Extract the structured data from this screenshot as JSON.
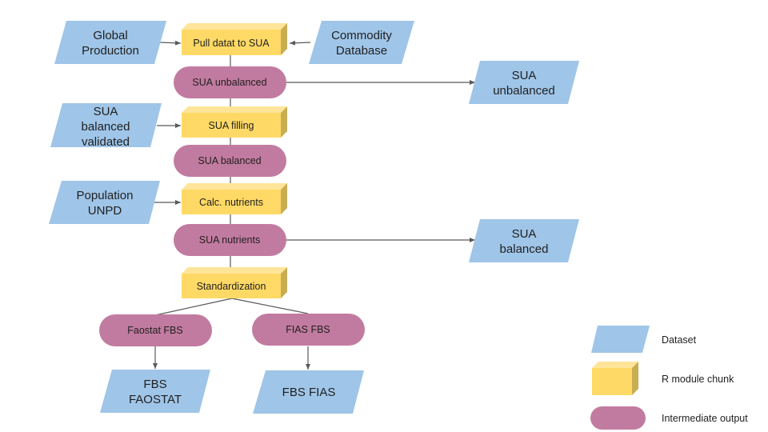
{
  "colors": {
    "dataset": "#9fc5e8",
    "module_front": "#ffd966",
    "module_top": "#ffe599",
    "module_side": "#c9ad51",
    "output": "#c27ba0",
    "edge": "#595959"
  },
  "datasets": {
    "global_production": [
      "Global",
      "Production"
    ],
    "commodity_database": [
      "Commodity",
      "Database"
    ],
    "sua_balanced_validated": [
      "SUA",
      "balanced",
      "validated"
    ],
    "population_unpd": [
      "Population",
      "UNPD"
    ],
    "sua_unbalanced_out": [
      "SUA",
      "unbalanced"
    ],
    "sua_balanced_out": [
      "SUA",
      "balanced"
    ],
    "fbs_faostat": [
      "FBS",
      "FAOSTAT"
    ],
    "fbs_fias": [
      "FBS FIAS"
    ]
  },
  "modules": {
    "pull_data": "Pull datat to SUA",
    "sua_filling": "SUA filling",
    "calc_nutrients": "Calc.  nutrients",
    "standardization": "Standardization"
  },
  "outputs": {
    "sua_unbalanced": "SUA unbalanced",
    "sua_balanced": "SUA balanced",
    "sua_nutrients": "SUA nutrients",
    "faostat_fbs": "Faostat FBS",
    "fias_fbs": "FIAS FBS"
  },
  "legend": {
    "dataset": "Dataset",
    "module": "R module chunk",
    "output": "Intermediate output"
  }
}
